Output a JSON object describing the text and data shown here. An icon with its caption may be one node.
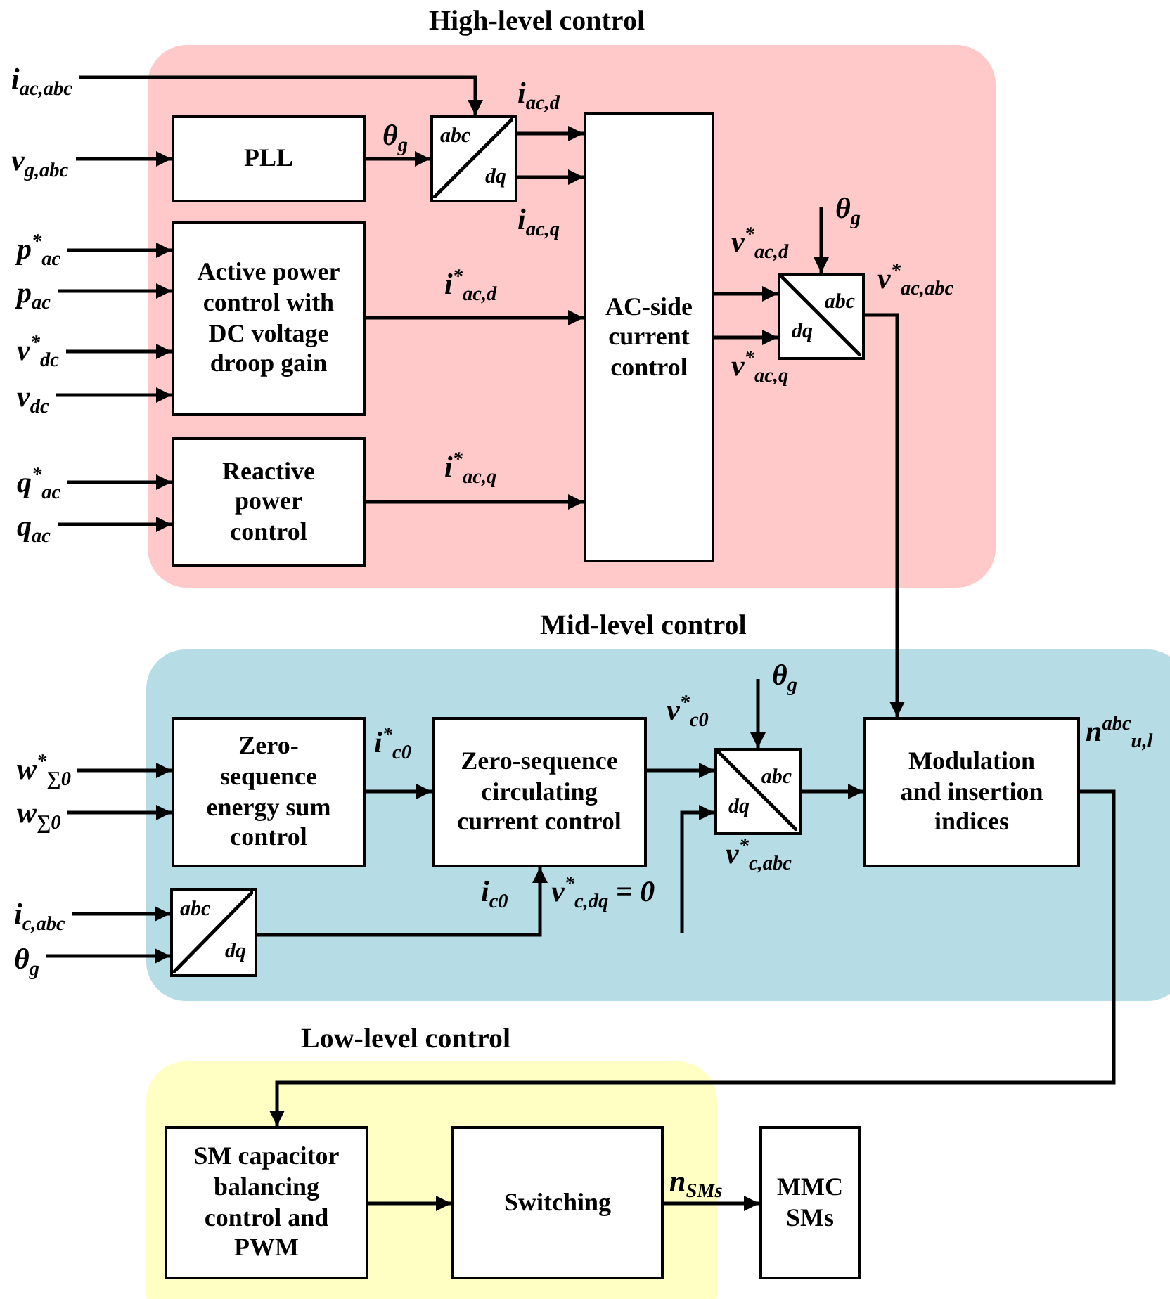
{
  "diagram": {
    "nodes": [
      {
        "text": [
          "High-level control"
        ]
      },
      {
        "text": [
          "PLL"
        ],
        "in": 0
      },
      {
        "text": [
          "abc",
          "dq"
        ],
        "in": 0
      },
      {
        "text": [
          "Active power control with DC voltage droop gain"
        ],
        "in": 0
      },
      {
        "text": [
          "Reactive power control"
        ],
        "in": 0
      },
      {
        "text": [
          "AC-side current control"
        ],
        "in": 0
      },
      {
        "text": [
          "abc",
          "dq"
        ],
        "in": 0
      },
      {
        "text": [
          "Mid-level control"
        ]
      },
      {
        "text": [
          "Zero-sequence energy sum control"
        ],
        "in": 7
      },
      {
        "text": [
          "Zero-sequence circulating current control"
        ],
        "in": 7
      },
      {
        "text": [
          "abc",
          "dq"
        ],
        "in": 7
      },
      {
        "text": [
          "abc",
          "dq"
        ],
        "in": 7
      },
      {
        "text": [
          "Modulation and insertion indices"
        ],
        "in": 7
      },
      {
        "text": [
          "Low-level control"
        ]
      },
      {
        "text": [
          "SM capacitor balancing control and PWM"
        ],
        "in": 13
      },
      {
        "text": [
          "Switching"
        ],
        "in": 13
      },
      {
        "text": [
          "MMC SMs"
        ]
      },
      {
        "text": [
          "i$_{ac,abc}$"
        ]
      },
      {
        "text": [
          "v$_{g,abc}$"
        ]
      },
      {
        "text": [
          "p$^{*}$$_{ac}$"
        ]
      },
      {
        "text": [
          "p$_{ac}$"
        ]
      },
      {
        "text": [
          "v$^{*}$$_{dc}$"
        ]
      },
      {
        "text": [
          "v$_{dc}$"
        ]
      },
      {
        "text": [
          "q$^{*}$$_{ac}$"
        ]
      },
      {
        "text": [
          "q$_{ac}$"
        ]
      },
      {
        "text": [
          "w$^{*}$$_{∑0}$"
        ]
      },
      {
        "text": [
          "w$_{∑0}$"
        ]
      },
      {
        "text": [
          "i$_{c,abc}$"
        ]
      },
      {
        "text": [
          "θ$_{g}$"
        ]
      }
    ],
    "edges": [
      {
        "from": 17,
        "to": 2,
        "arrow": "to"
      },
      {
        "from": 18,
        "to": 1,
        "arrow": "to"
      },
      {
        "from": 19,
        "to": 3,
        "arrow": "to"
      },
      {
        "from": 20,
        "to": 3,
        "arrow": "to"
      },
      {
        "from": 21,
        "to": 3,
        "arrow": "to"
      },
      {
        "from": 22,
        "to": 3,
        "arrow": "to"
      },
      {
        "from": 23,
        "to": 4,
        "arrow": "to"
      },
      {
        "from": 24,
        "to": 4,
        "arrow": "to"
      },
      {
        "from": 1,
        "to": 2,
        "arrow": "to",
        "label": "θ$_{g}$"
      },
      {
        "from": 2,
        "to": 5,
        "arrow": "to",
        "label": "i$_{ac,d}$"
      },
      {
        "from": 2,
        "to": 5,
        "arrow": "to",
        "label": "i$_{ac,q}$"
      },
      {
        "from": 3,
        "to": 5,
        "arrow": "to",
        "label": "i$^{*}$$_{ac,d}$"
      },
      {
        "from": 4,
        "to": 5,
        "arrow": "to",
        "label": "i$^{*}$$_{ac,q}$"
      },
      {
        "from": 5,
        "to": 6,
        "arrow": "to",
        "label": "v$^{*}$$_{ac,d}$"
      },
      {
        "from": 5,
        "to": 6,
        "arrow": "to",
        "label": "v$^{*}$$_{ac,q}$"
      },
      {
        "from": null,
        "to": 6,
        "arrow": "to",
        "label": "θ$_{g}$"
      },
      {
        "from": 6,
        "to": 12,
        "arrow": "to",
        "label": "v$^{*}$$_{ac,abc}$"
      },
      {
        "from": 25,
        "to": 8,
        "arrow": "to"
      },
      {
        "from": 26,
        "to": 8,
        "arrow": "to"
      },
      {
        "from": 27,
        "to": 10,
        "arrow": "to"
      },
      {
        "from": 28,
        "to": 10,
        "arrow": "to"
      },
      {
        "from": 8,
        "to": 9,
        "arrow": "to",
        "label": "i$^{*}$$_{c0}$"
      },
      {
        "from": 10,
        "to": 9,
        "arrow": "to",
        "label": "i$_{c0}$"
      },
      {
        "from": 9,
        "to": 11,
        "arrow": "to",
        "label": "v$^{*}$$_{c0}$"
      },
      {
        "from": null,
        "to": 11,
        "arrow": "to",
        "label": "v$^{*}$$_{c,dq}$ = 0"
      },
      {
        "from": null,
        "to": 11,
        "arrow": "to",
        "label": "θ$_{g}$"
      },
      {
        "from": 11,
        "to": 12,
        "arrow": "to",
        "label": "v$^{*}$$_{c,abc}$"
      },
      {
        "from": 12,
        "to": 14,
        "arrow": "to",
        "label": "n$^{abc}$$_{u,l}$"
      },
      {
        "from": 14,
        "to": 15,
        "arrow": "to"
      },
      {
        "from": 15,
        "to": 16,
        "arrow": "to",
        "label": "n$_{SMs}$"
      }
    ]
  }
}
